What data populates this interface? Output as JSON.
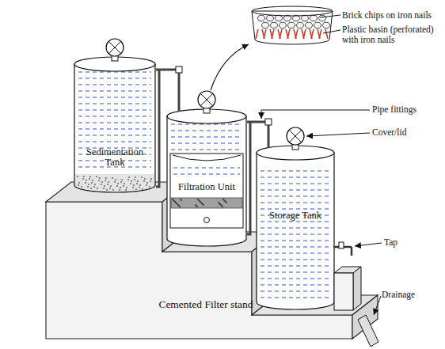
{
  "diagram": {
    "nodes": [
      {
        "text": [
          "Sedimentation Tank"
        ]
      },
      {
        "text": [
          "Filtration Unit"
        ]
      },
      {
        "text": [
          "Storage Tank"
        ]
      },
      {
        "text": [
          "Cemented Filter stand"
        ]
      }
    ],
    "edges": [
      {
        "from": 0,
        "to": 1,
        "arrow": "none"
      },
      {
        "from": 1,
        "to": 2,
        "arrow": "none"
      }
    ],
    "labels": [
      "Brick chips on iron nails",
      "Plastic basin (perforated) with iron nails",
      "Pipe fittings",
      "Cover/lid",
      "Tap",
      "Drainage"
    ]
  }
}
